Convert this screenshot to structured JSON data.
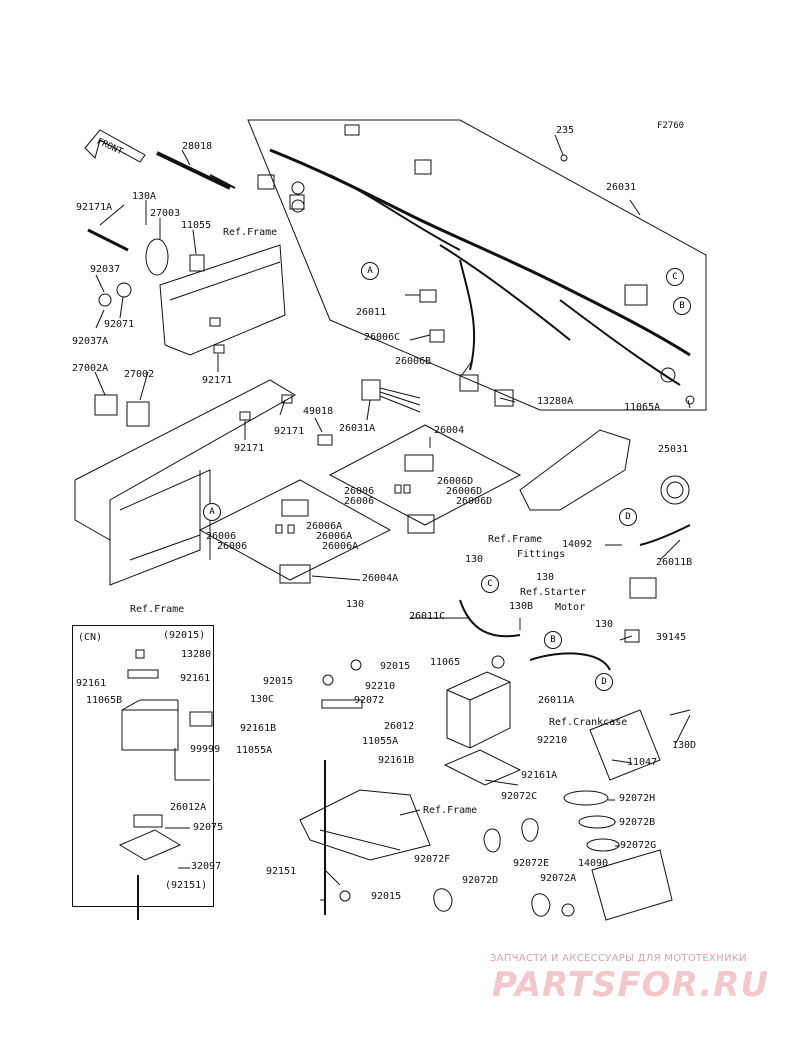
{
  "figure_code": "F2760",
  "front_label": "FRONT",
  "watermark": {
    "caption": "ЗАПЧАСТИ И АКСЕССУАРЫ ДЛЯ МОТОТЕХНИКИ",
    "brand": "PARTSFOR.RU"
  },
  "callouts": {
    "A": "A",
    "B": "B",
    "C": "C",
    "D": "D"
  },
  "cn_label": "(CN)",
  "parts": {
    "p28018": "28018",
    "p92171A": "92171A",
    "p130A": "130A",
    "p27003": "27003",
    "p11055": "11055",
    "ref_frame_1": "Ref.Frame",
    "p92037": "92037",
    "p92037A": "92037A",
    "p92071": "92071",
    "p92171_a": "92171",
    "p27002A": "27002A",
    "p27002": "27002",
    "p92171_b": "92171",
    "p92171_c": "92171",
    "p49018": "49018",
    "p26031A": "26031A",
    "p235": "235",
    "p26031": "26031",
    "p26011": "26011",
    "p26006C": "26006C",
    "p26006B": "26006B",
    "p13280A": "13280A",
    "p11065A": "11065A",
    "p26004": "26004",
    "p26006_1": "26006",
    "p26006_2": "26006",
    "p26006D_1": "26006D",
    "p26006D_2": "26006D",
    "p26006D_3": "26006D",
    "p26006_3": "26006",
    "p26006_4": "26006",
    "p26006A_1": "26006A",
    "p26006A_2": "26006A",
    "p26006A_3": "26006A",
    "p130_1": "130",
    "p26004A": "26004A",
    "p130_2": "130",
    "ref_frame_2": "Ref.Frame",
    "ref_frame_fittings_1": "Ref.Frame",
    "ref_frame_fittings_2": "Fittings",
    "p25031": "25031",
    "p14092": "14092",
    "p26011B": "26011B",
    "p130_3": "130",
    "ref_starter_1": "Ref.Starter",
    "ref_starter_2": "Motor",
    "p26011C": "26011C",
    "p130B": "130B",
    "p130_4": "130",
    "p39145": "39145",
    "cn_92015": "(92015)",
    "cn_13280": "13280",
    "cn_92161_a": "92161",
    "cn_92161_b": "92161",
    "cn_11065B": "11065B",
    "cn_99999": "99999",
    "cn_26012A": "26012A",
    "cn_92075": "92075",
    "cn_32097": "32097",
    "cn_92151": "(92151)",
    "p92015_a": "92015",
    "p92015_b": "92015",
    "p92072": "92072",
    "p130C": "130C",
    "p92210_a": "92210",
    "p11065": "11065",
    "p26011A": "26011A",
    "p92161B_a": "92161B",
    "p11055A_a": "11055A",
    "p26012": "26012",
    "p11055A_b": "11055A",
    "p92161B_b": "92161B",
    "p92210_b": "92210",
    "p92161A": "92161A",
    "ref_crankcase": "Ref.Crankcase",
    "p130D": "130D",
    "p11047": "11047",
    "ref_frame_3": "Ref.Frame",
    "p92072C": "92072C",
    "p92072H": "92072H",
    "p92072B": "92072B",
    "p92072G": "92072G",
    "p92072F": "92072F",
    "p92072D": "92072D",
    "p92072E": "92072E",
    "p14090": "14090",
    "p92072A": "92072A",
    "p92151": "92151",
    "p92015_c": "92015"
  }
}
